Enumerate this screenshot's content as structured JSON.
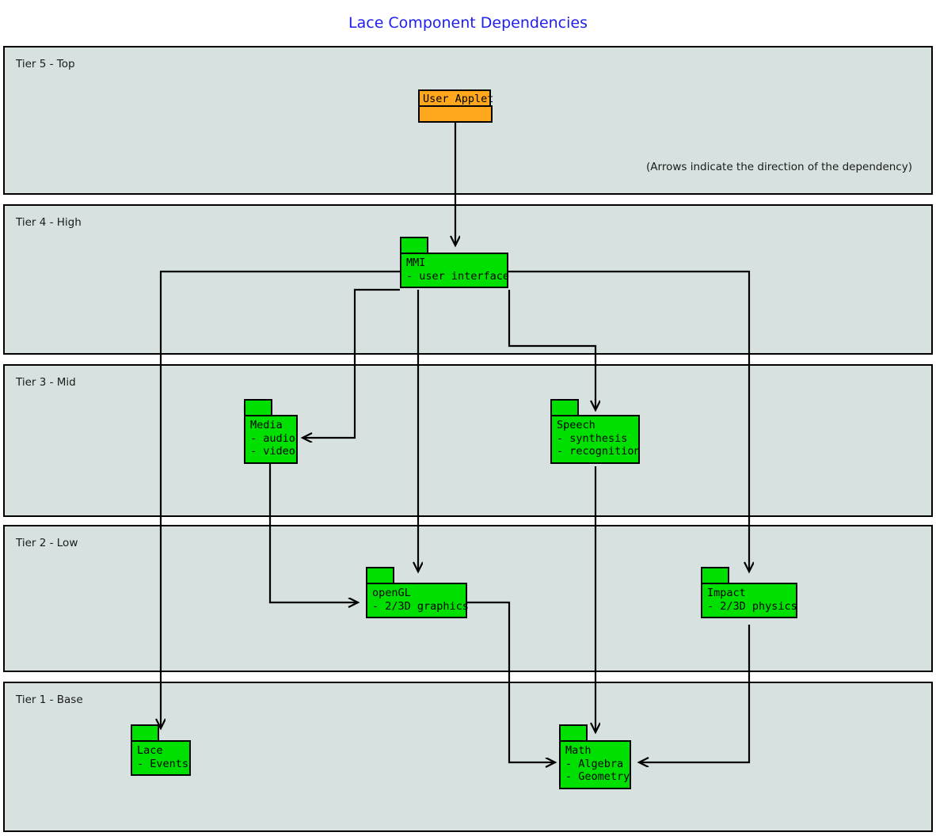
{
  "title": "Lace Component Dependencies",
  "note": "(Arrows indicate the direction of the dependency)",
  "tiers": [
    {
      "id": "tier5",
      "label": "Tier 5 - Top"
    },
    {
      "id": "tier4",
      "label": "Tier 4 - High"
    },
    {
      "id": "tier3",
      "label": "Tier 3 - Mid"
    },
    {
      "id": "tier2",
      "label": "Tier 2 - Low"
    },
    {
      "id": "tier1",
      "label": "Tier 1 - Base"
    }
  ],
  "packages": {
    "user_applet": {
      "name": "User Applet",
      "items": "",
      "color": "#ffa81e"
    },
    "mmi": {
      "name": "MMI",
      "items": "- user interface",
      "color": "#00e000"
    },
    "media": {
      "name": "Media",
      "items": "- audio\n- video",
      "color": "#00e000"
    },
    "speech": {
      "name": "Speech",
      "items": "- synthesis\n- recognition",
      "color": "#00e000"
    },
    "opengl": {
      "name": "openGL",
      "items": "- 2/3D graphics",
      "color": "#00e000"
    },
    "impact": {
      "name": "Impact",
      "items": "- 2/3D physics",
      "color": "#00e000"
    },
    "lace": {
      "name": "Lace",
      "items": "- Events",
      "color": "#00e000"
    },
    "math": {
      "name": "Math",
      "items": "- Algebra\n- Geometry",
      "color": "#00e000"
    }
  },
  "dependencies": [
    {
      "from": "user_applet",
      "to": "mmi"
    },
    {
      "from": "mmi",
      "to": "lace"
    },
    {
      "from": "mmi",
      "to": "media"
    },
    {
      "from": "mmi",
      "to": "opengl"
    },
    {
      "from": "mmi",
      "to": "speech"
    },
    {
      "from": "mmi",
      "to": "impact"
    },
    {
      "from": "media",
      "to": "opengl"
    },
    {
      "from": "speech",
      "to": "math"
    },
    {
      "from": "opengl",
      "to": "math"
    },
    {
      "from": "impact",
      "to": "math"
    }
  ],
  "colors": {
    "title": "#2020ee",
    "tier_bg": "#d7e2e0",
    "stroke": "#000000"
  }
}
